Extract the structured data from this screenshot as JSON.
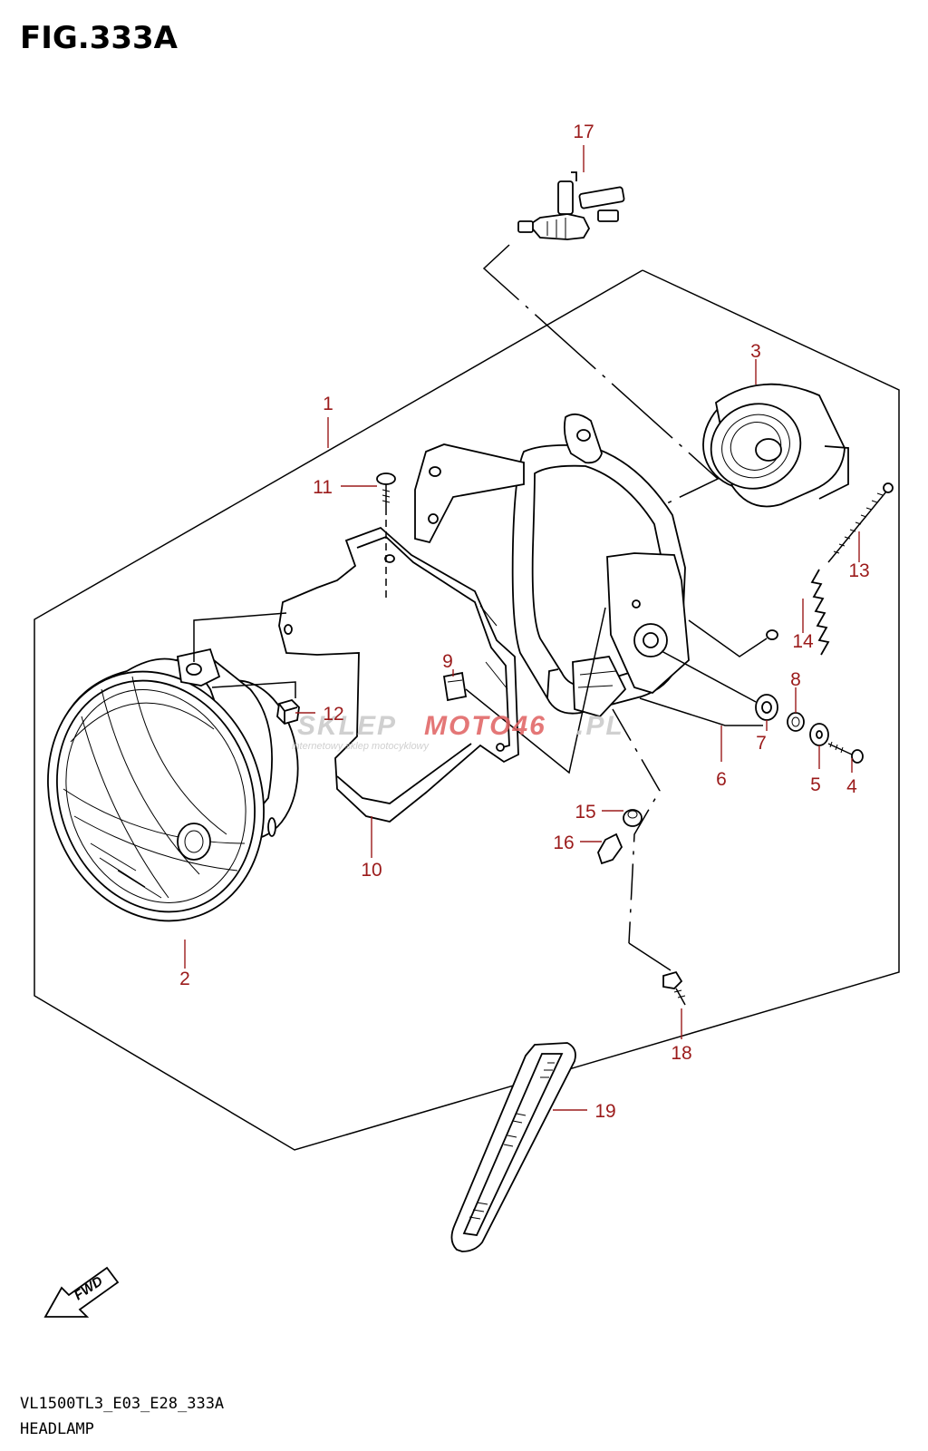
{
  "figure": {
    "title": "FIG.333A",
    "model_code": "VL1500TL3_E03_E28_333A",
    "name": "HEADLAMP"
  },
  "watermark": {
    "brand_gray": "SKLEP",
    "brand_red": "MOTO46",
    "domain_suffix": ".PL",
    "tagline": "internetowy sklep motocyklowy"
  },
  "direction_marker": {
    "label": "FWD"
  },
  "callouts": {
    "c1": "1",
    "c2": "2",
    "c3": "3",
    "c4": "4",
    "c5": "5",
    "c6": "6",
    "c7": "7",
    "c8": "8",
    "c9": "9",
    "c10": "10",
    "c11": "11",
    "c12": "12",
    "c13": "13",
    "c14": "14",
    "c15": "15",
    "c16": "16",
    "c17": "17",
    "c18": "18",
    "c19": "19"
  },
  "colors": {
    "callout": "#9b1b1b",
    "line": "#000000",
    "watermark_gray": "#c8c8c8",
    "watermark_red": "#e06060"
  }
}
